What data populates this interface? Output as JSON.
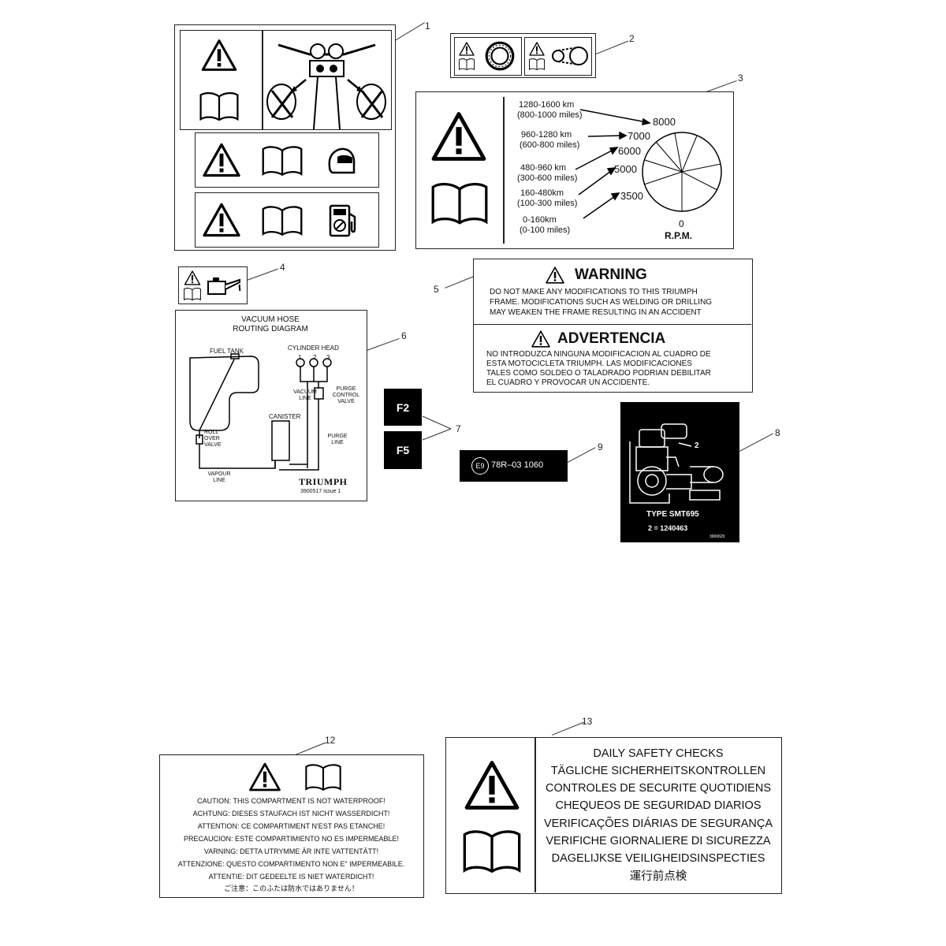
{
  "callouts": [
    "1",
    "2",
    "3",
    "4",
    "5",
    "6",
    "7",
    "8",
    "9",
    "12",
    "13"
  ],
  "label3": {
    "ranges": [
      {
        "km": "1280-1600 km",
        "miles": "(800-1000 miles)",
        "rpm": "8000"
      },
      {
        "km": "960-1280 km",
        "miles": "(600-800 miles)",
        "rpm": "7000"
      },
      {
        "km": "480-960 km",
        "miles": "(300-600 miles)",
        "rpm": "6000"
      },
      {
        "km": "160-480km",
        "miles": "(100-300 miles)",
        "rpm": "5000"
      },
      {
        "km": "0-160km",
        "miles": "(0-100 miles)",
        "rpm": "3500"
      }
    ],
    "dial_zero": "0",
    "rpm_label": "R.P.M."
  },
  "label5": {
    "warning_title": "WARNING",
    "warning_lines": [
      "DO  NOT MAKE ANY MODIFICATIONS TO THIS TRIUMPH",
      "FRAME.  MODIFICATIONS SUCH AS WELDING OR DRILLING",
      "MAY WEAKEN THE FRAME RESULTING IN AN ACCIDENT"
    ],
    "advertencia_title": "ADVERTENCIA",
    "advertencia_lines": [
      "NO INTRODUZCA NINGUNA MODIFICACION AL CUADRO DE",
      "ESTA MOTOCICLETA TRIUMPH.  LAS MODIFICACIONES",
      "TALES COMO SOLDEO O TALADRADO PODRIAN DEBILITAR",
      "EL CUADRO Y PROVOCAR UN ACCIDENTE."
    ]
  },
  "label6": {
    "title": [
      "VACUUM HOSE",
      "ROUTING DIAGRAM"
    ],
    "fuel_tank": "FUEL TANK",
    "cylinder_head": "CYLINDER HEAD",
    "cylinders": [
      "1",
      "2",
      "3"
    ],
    "vacuum_line": [
      "VACUUM",
      "LINE"
    ],
    "purge_valve": [
      "PURGE",
      "CONTROL",
      "VALVE"
    ],
    "canister": "CANISTER",
    "roll_over": [
      "ROLL",
      "OVER",
      "VALVE"
    ],
    "purge_line": [
      "PURGE",
      "LINE"
    ],
    "vapour_line": [
      "VAPOUR",
      "LINE"
    ],
    "brand": "TRIUMPH",
    "part_no": "3900517 issue 1"
  },
  "label7": {
    "fuses": [
      "F2",
      "F5"
    ]
  },
  "label8": {
    "marker": "2",
    "type": "TYPE  SMT695",
    "code": "2 = 1240463",
    "part_no": "3900620"
  },
  "label9": {
    "mark": "E9",
    "code": "78R–03 1060"
  },
  "label12": {
    "lines": [
      "CAUTION: THIS COMPARTMENT IS NOT WATERPROOF!",
      "ACHTUNG: DIESES STAUFACH IST NICHT WASSERDICHT!",
      "ATTENTION: CE COMPARTIMENT N'EST PAS ETANCHE!",
      "PRECAUCION:  ESTE COMPARTIMIENTO NO ES IMPERMEABLE!",
      "VARNING: DETTA UTRYMME ÄR INTE VATTENTÄTT!",
      "ATTENZIONE: QUESTO COMPARTIMENTO NON E\" IMPERMEABILE.",
      "ATTENTIE:  DIT GEDEELTE IS NIET WATERDICHT!",
      "ご注意：このふたは防水ではありません！"
    ]
  },
  "label13": {
    "lines": [
      "DAILY SAFETY CHECKS",
      "TÄGLICHE SICHERHEITSKONTROLLEN",
      "CONTROLES DE SECURITE QUOTIDIENS",
      "CHEQUEOS DE SEGURIDAD DIARIOS",
      "VERIFICAÇÕES DIÁRIAS DE SEGURANÇA",
      "VERIFICHE GIORNALIERE DI SICUREZZA",
      "DAGELIJKSE VEILIGHEIDSINSPECTIES",
      "運行前点検"
    ]
  }
}
